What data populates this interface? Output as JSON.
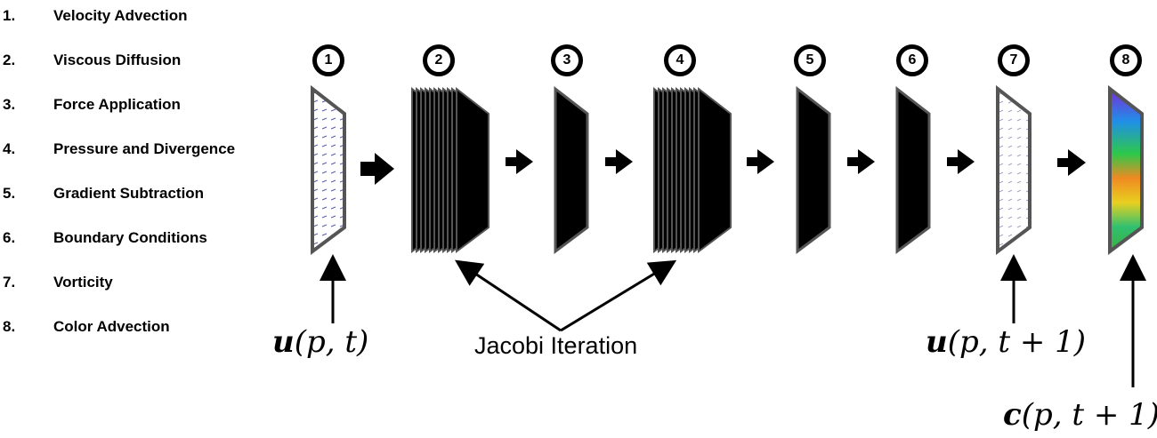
{
  "legend": [
    {
      "num": "1.",
      "label": "Velocity Advection"
    },
    {
      "num": "2.",
      "label": "Viscous Diffusion"
    },
    {
      "num": "3.",
      "label": "Force Application"
    },
    {
      "num": "4.",
      "label": "Pressure and Divergence"
    },
    {
      "num": "5.",
      "label": "Gradient Subtraction"
    },
    {
      "num": "6.",
      "label": "Boundary Conditions"
    },
    {
      "num": "7.",
      "label": "Vorticity"
    },
    {
      "num": "8.",
      "label": "Color Advection"
    }
  ],
  "steps": [
    "1",
    "2",
    "3",
    "4",
    "5",
    "6",
    "7",
    "8"
  ],
  "labels": {
    "jacobi": "Jacobi Iteration",
    "input_velocity": {
      "vec": "u",
      "args": "(p, t)"
    },
    "output_velocity": {
      "vec": "u",
      "args": "(p, t + 1)"
    },
    "output_color": {
      "vec": "c",
      "args": "(p, t + 1)"
    }
  },
  "colors": {
    "panel": "#000000",
    "panel_border": "#555555",
    "velocity_arrows": "#5a5aa8"
  }
}
